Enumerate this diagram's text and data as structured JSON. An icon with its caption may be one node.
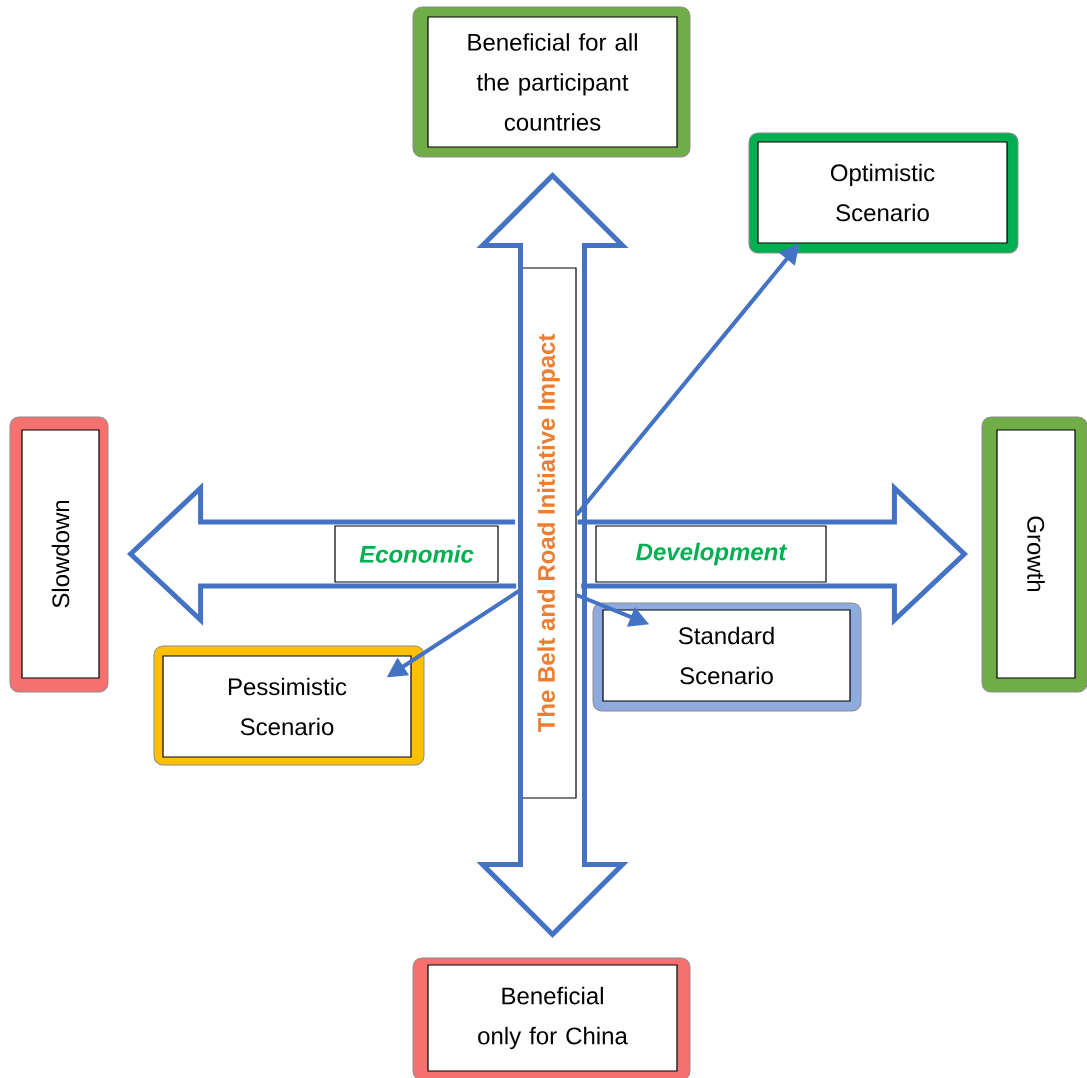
{
  "diagram": {
    "nodes": [
      {
        "text": [
          "Beneficial for all the participant countries"
        ]
      },
      {
        "text": [
          "Optimistic Scenario"
        ]
      },
      {
        "text": [
          "Slowdown"
        ]
      },
      {
        "text": [
          "Growth"
        ]
      },
      {
        "text": [
          "The Belt and Road Initiative Impact"
        ]
      },
      {
        "text": [
          "Economic"
        ]
      },
      {
        "text": [
          "Development"
        ]
      },
      {
        "text": [
          "Pessimistic Scenario"
        ]
      },
      {
        "text": [
          "Standard Scenario"
        ]
      },
      {
        "text": [
          "Beneficial only for China"
        ]
      }
    ],
    "edges": [
      {
        "from": 9,
        "to": 0,
        "arrow": "both",
        "style": "thick"
      },
      {
        "from": 2,
        "to": 3,
        "arrow": "both",
        "style": "thick"
      },
      {
        "from": 4,
        "to": 1,
        "arrow": "to"
      },
      {
        "from": 4,
        "to": 7,
        "arrow": "to"
      },
      {
        "from": 4,
        "to": 8,
        "arrow": "to"
      }
    ]
  }
}
